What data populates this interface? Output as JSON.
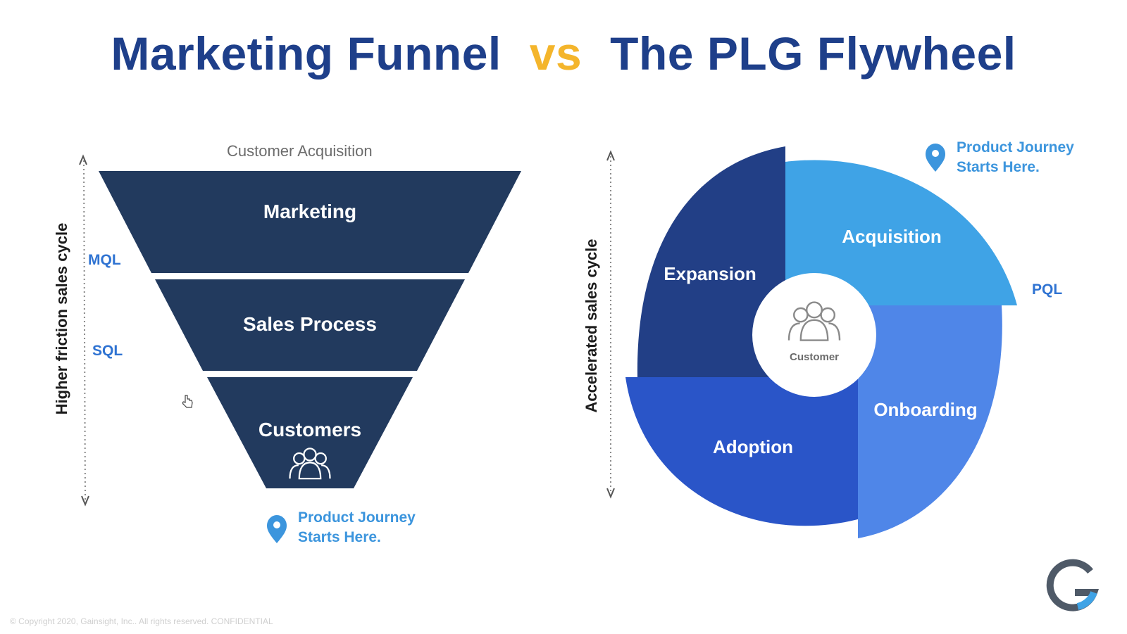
{
  "title": {
    "left": "Marketing Funnel",
    "vs": "vs",
    "right": "The PLG Flywheel"
  },
  "funnel": {
    "caption": "Customer Acquisition",
    "axis_label": "Higher  friction sales cycle",
    "stages": [
      "Marketing",
      "Sales Process",
      "Customers"
    ],
    "markers": [
      "MQL",
      "SQL"
    ],
    "pin_line1": "Product Journey",
    "pin_line2": "Starts Here."
  },
  "flywheel": {
    "axis_label": "Accelerated sales cycle",
    "segments": [
      "Expansion",
      "Acquisition",
      "Onboarding",
      "Adoption"
    ],
    "center_label": "Customer",
    "pql": "PQL",
    "pin_line1": "Product Journey",
    "pin_line2": "Starts Here."
  },
  "footer": "© Copyright 2020, Gainsight, Inc.. All rights reserved. CONFIDENTIAL",
  "logo": "G",
  "colors": {
    "title": "#1e3f8a",
    "vs": "#f4b52b",
    "funnel": "#223a5e",
    "expansion": "#223f86",
    "acquisition": "#3fa3e6",
    "onboarding": "#4f86e8",
    "adoption": "#2a55c8",
    "accent": "#2f73d2"
  },
  "icons": [
    "people-icon",
    "location-pin-icon",
    "cursor-hand-icon",
    "gainsight-logo-icon"
  ]
}
